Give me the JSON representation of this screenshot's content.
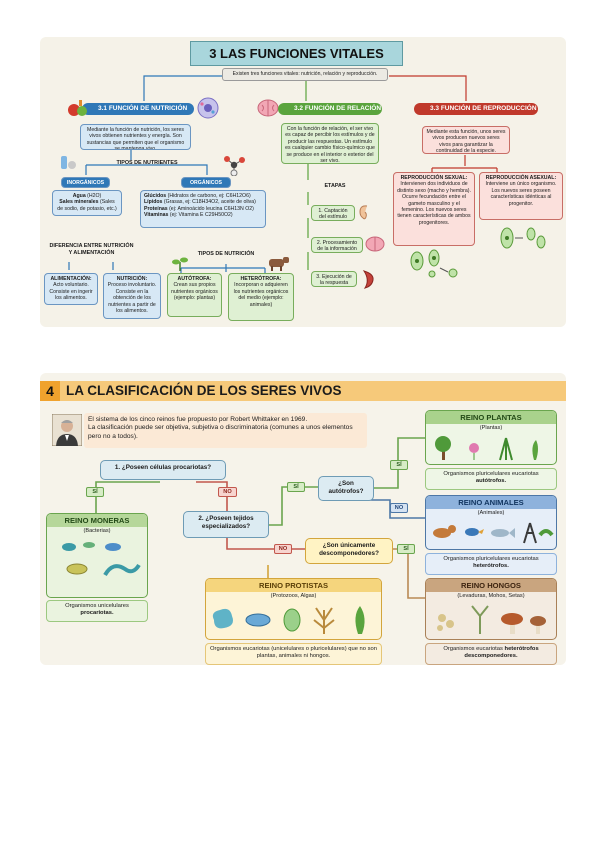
{
  "section3": {
    "title": "3 LAS FUNCIONES VITALES",
    "subtitle": "Existen tres funciones vitales: nutrición, relación y reproducción.",
    "nutricion": {
      "header": "3.1 FUNCIÓN DE NUTRICIÓN",
      "intro": "Mediante la función de nutrición, los seres vivos obtienen nutrientes y energía. Son sustancias que permiten que el organismo se mantenga vivo.",
      "tipos_nutrientes": "TIPOS DE NUTRIENTES",
      "inorganicos_label": "INORGÁNICOS",
      "inorganicos_l1_b": "Agua",
      "inorganicos_l1": " (H2O)",
      "inorganicos_l2_b": "Sales minerales",
      "inorganicos_l2": " (Sales de sodio, de potasio, etc.)",
      "organicos_label": "ORGÁNICOS",
      "organicos_items": [
        {
          "b": "Glúcidos",
          "t": " (Hidratos de carbono, ej: C6H12O6)"
        },
        {
          "b": "Lípidos",
          "t": " (Grasas, ej: C18H34O2, aceite de oliva)"
        },
        {
          "b": "Proteínas",
          "t": " (ej: Aminoácido leucina C6H13N O2)"
        },
        {
          "b": "Vitaminas",
          "t": " (ej: Vitamina E C29H50O2)"
        }
      ],
      "diferencia": "DIFERENCIA ENTRE NUTRICIÓN Y ALIMENTACIÓN",
      "alimentacion_b": "ALIMENTACIÓN:",
      "alimentacion": "Acto voluntario. Consiste en ingerir los alimentos.",
      "nutricion_b": "NUTRICIÓN:",
      "nutricion": "Proceso involuntario. Consiste en la obtención de los nutrientes a partir de los alimentos.",
      "tipos_nutricion": "TIPOS DE NUTRICIÓN",
      "autotrofa_b": "AUTÓTROFA:",
      "autotrofa": "Crean sus propios nutrientes orgánicos (ejemplo: plantas)",
      "heterotrofa_b": "HETERÓTROFA:",
      "heterotrofa": "Incorporan o adquieren los nutrientes orgánicos del medio (ejemplo: animales)"
    },
    "relacion": {
      "header": "3.2 FUNCIÓN DE RELACIÓN",
      "intro": "Con la función de relación, el ser vivo es capaz de percibir los estímulos y de producir las respuestas. Un estímulo es cualquier cambio físico-químico que se produce en el interior o exterior del ser vivo.",
      "etapas": "ETAPAS",
      "step1": "1. Captación del estímulo",
      "step2": "2. Procesamiento de la información",
      "step3": "3. Ejecución de la respuesta"
    },
    "reproduccion": {
      "header": "3.3 FUNCIÓN DE REPRODUCCIÓN",
      "intro": "Mediante esta función, unos seres vivos producen nuevos seres vivos para garantizar la continuidad de la especie.",
      "sexual_b": "REPRODUCCIÓN SEXUAL:",
      "sexual": "Intervienen dos individuos de distinto sexo (macho y hembra). Ocurre fecundación entre el gameto masculino y el femenino. Los nuevos seres tienen características de ambos progenitores.",
      "asexual_b": "REPRODUCCIÓN ASEXUAL:",
      "asexual": "Interviene un único organismo. Los nuevos seres poseen características idénticas al progenitor."
    }
  },
  "section4": {
    "number": "4",
    "title": "LA CLASIFICACIÓN DE LOS SERES VIVOS",
    "intro1": "El sistema de los cinco reinos fue propuesto por Robert Whittaker en 1969.",
    "intro2": "La clasificación puede ser objetiva, subjetiva o discriminatoria (comunes a unos elementos pero no a todos).",
    "q1": "1. ¿Poseen células procariotas?",
    "q2": "2. ¿Poseen tejidos especializados?",
    "q3": "¿Son autótrofos?",
    "q4": "¿Son únicamente descomponedores?",
    "si": "SÍ",
    "no": "NO",
    "moneras": {
      "name": "REINO MONERAS",
      "sub": "(Bacterias)",
      "desc": "Organismos unicelulares ",
      "desc_b": "procariotas."
    },
    "plantas": {
      "name": "REINO PLANTAS",
      "sub": "(Plantas)",
      "desc": "Organismos pluricelulares eucariotas ",
      "desc_b": "autótrofos."
    },
    "animales": {
      "name": "REINO ANIMALES",
      "sub": "(Animales)",
      "desc": "Organismos pluricelulares eucariotas ",
      "desc_b": "heterótrofos."
    },
    "protistas": {
      "name": "REINO PROTISTAS",
      "sub": "(Protozoos, Algas)",
      "desc": "Organismos eucariotas (unicelulares o pluricelulares) que no son plantas, animales ni hongos.",
      "desc_b": ""
    },
    "hongos": {
      "name": "REINO HONGOS",
      "sub": "(Levaduras, Mohos, Setas)",
      "desc": "Organismos eucariotas ",
      "desc_b": "heterótrofos descomponedores."
    }
  },
  "colors": {
    "nutricion": "#2f78b7",
    "relacion": "#5aa43d",
    "reproduccion": "#c0392b",
    "accent": "#f0a22d"
  }
}
